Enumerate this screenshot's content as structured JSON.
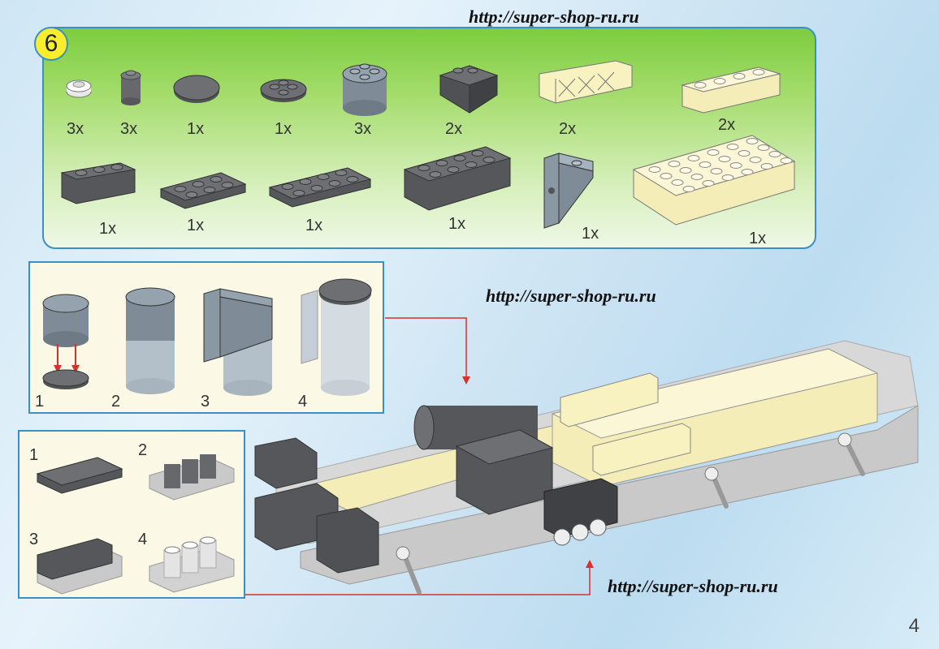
{
  "header": {
    "url_top": "http://super-shop-ru.ru",
    "url_middle": "http://super-shop-ru.ru",
    "url_bottom": "http://super-shop-ru.ru"
  },
  "step": {
    "number": "6"
  },
  "parts": [
    {
      "name": "round plate 1x1 white",
      "qty": "3x"
    },
    {
      "name": "round brick 1x1 dark gray",
      "qty": "3x"
    },
    {
      "name": "round tile 2x2 dark gray",
      "qty": "1x"
    },
    {
      "name": "round plate 2x2 dark gray",
      "qty": "1x"
    },
    {
      "name": "round brick 2x2 gray",
      "qty": "3x"
    },
    {
      "name": "slope brick dark gray",
      "qty": "2x"
    },
    {
      "name": "fence 1x4 tan",
      "qty": "2x"
    },
    {
      "name": "brick 1x4 tan",
      "qty": "2x"
    },
    {
      "name": "brick 1x3 dark gray",
      "qty": "1x"
    },
    {
      "name": "plate 2x3 dark gray",
      "qty": "1x"
    },
    {
      "name": "plate 2x4 dark gray",
      "qty": "1x"
    },
    {
      "name": "brick 2x4 dark gray",
      "qty": "1x"
    },
    {
      "name": "bracket gray",
      "qty": "1x"
    },
    {
      "name": "brick 4x6 tan",
      "qty": "1x"
    }
  ],
  "sub_assembly_a": {
    "steps": [
      "1",
      "2",
      "3",
      "4"
    ]
  },
  "sub_assembly_b": {
    "steps": [
      "1",
      "2",
      "3",
      "4"
    ]
  },
  "page": {
    "number": "4"
  },
  "colors": {
    "accent_border": "#3a8fc7",
    "panel_green": "#7ccd3e",
    "badge_yellow": "#f8ee2e",
    "brick_dark": "#5b5d60",
    "brick_gray": "#8a98a4",
    "brick_tan": "#f8f1c0",
    "arrow_red": "#d9302c"
  }
}
